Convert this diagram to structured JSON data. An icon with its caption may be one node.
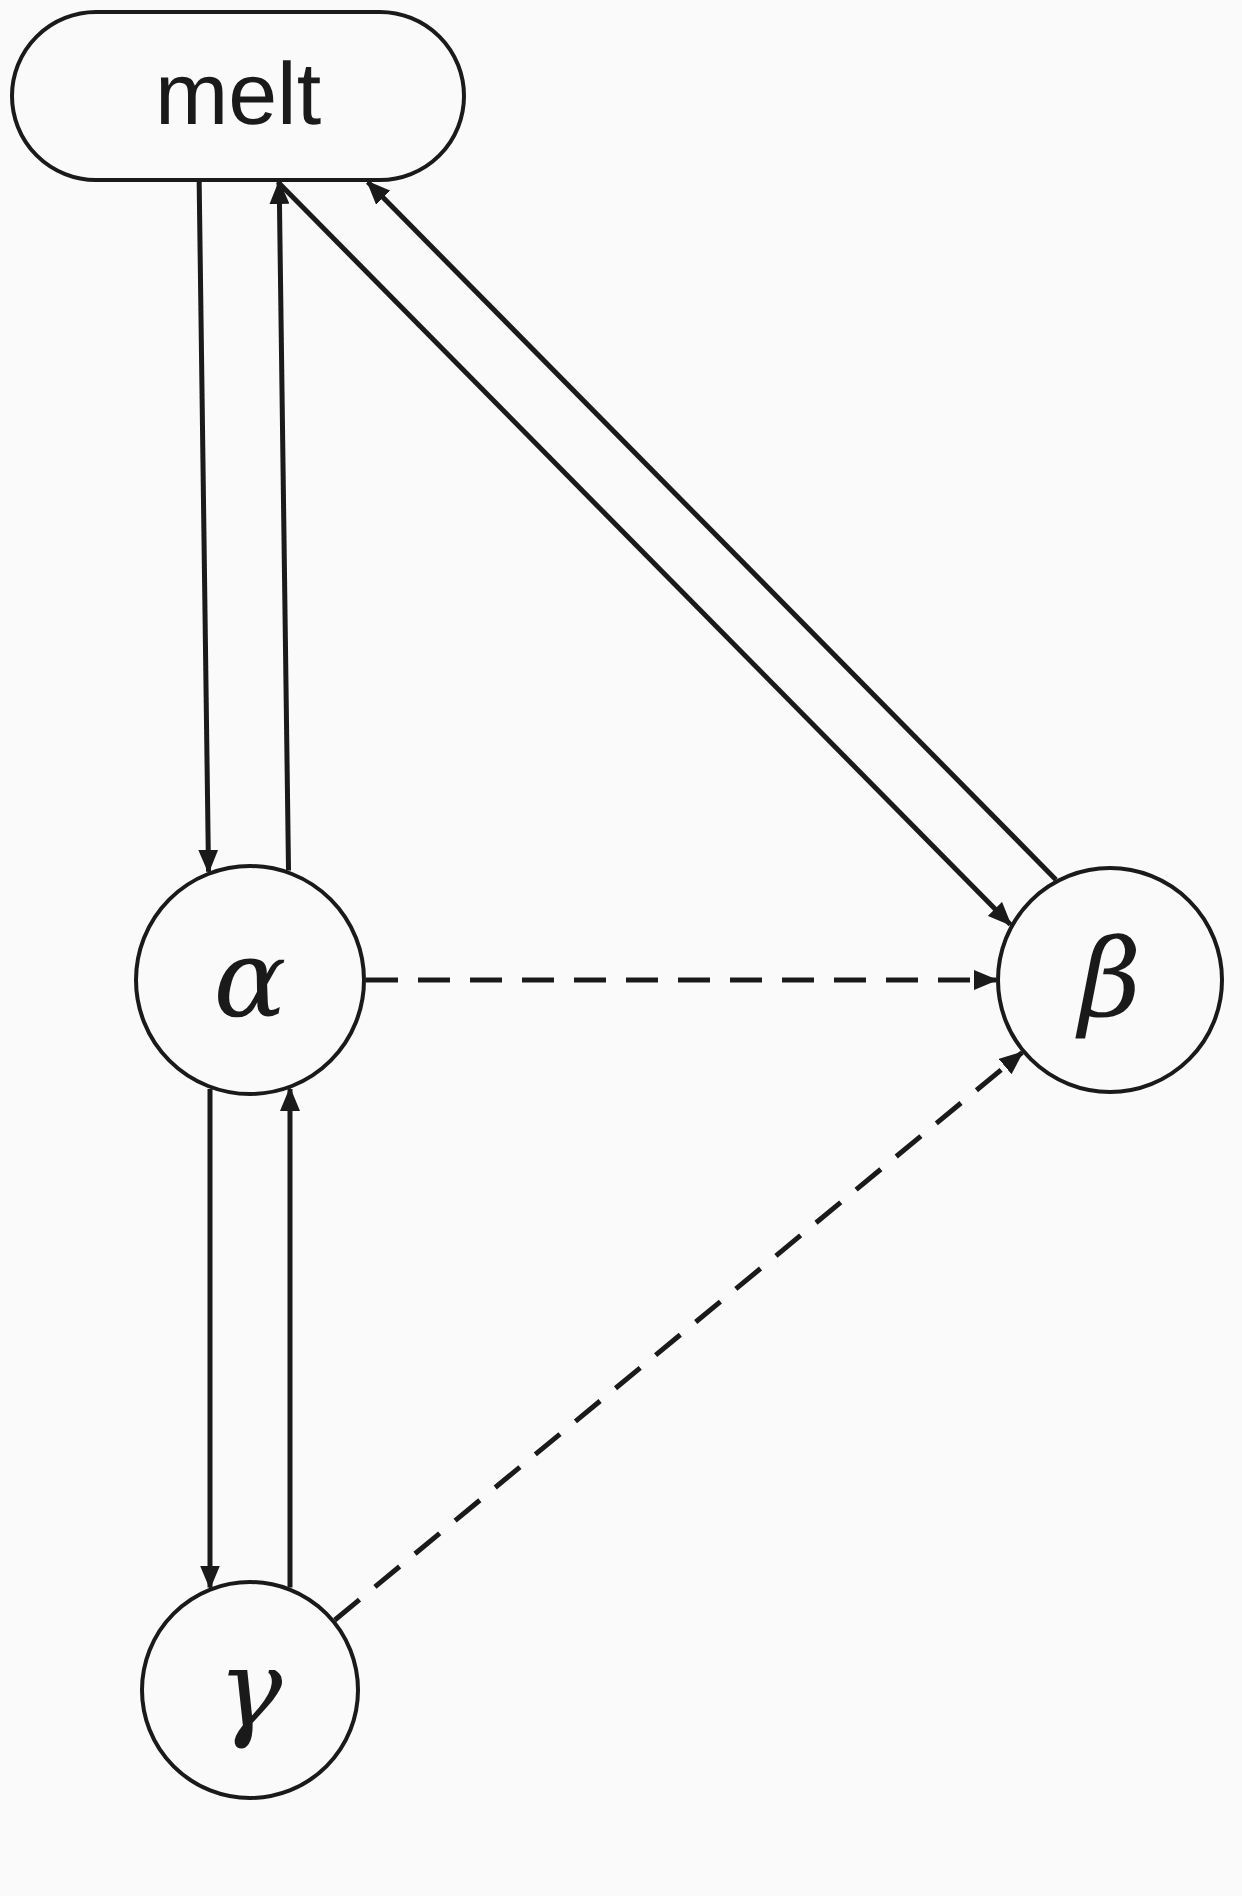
{
  "diagram": {
    "nodes": [
      {
        "text": [
          "melt"
        ]
      },
      {
        "text": [
          "α"
        ]
      },
      {
        "text": [
          "β"
        ]
      },
      {
        "text": [
          "γ"
        ]
      }
    ],
    "edges": [
      {
        "from": 0,
        "to": 1,
        "arrow": "to"
      },
      {
        "from": 1,
        "to": 0,
        "arrow": "to"
      },
      {
        "from": 0,
        "to": 2,
        "arrow": "to"
      },
      {
        "from": 2,
        "to": 0,
        "arrow": "to"
      },
      {
        "from": 1,
        "to": 2,
        "arrow": "to",
        "style": "dashed"
      },
      {
        "from": 1,
        "to": 3,
        "arrow": "to"
      },
      {
        "from": 3,
        "to": 1,
        "arrow": "to"
      },
      {
        "from": 3,
        "to": 2,
        "arrow": "to",
        "style": "dashed"
      }
    ]
  }
}
